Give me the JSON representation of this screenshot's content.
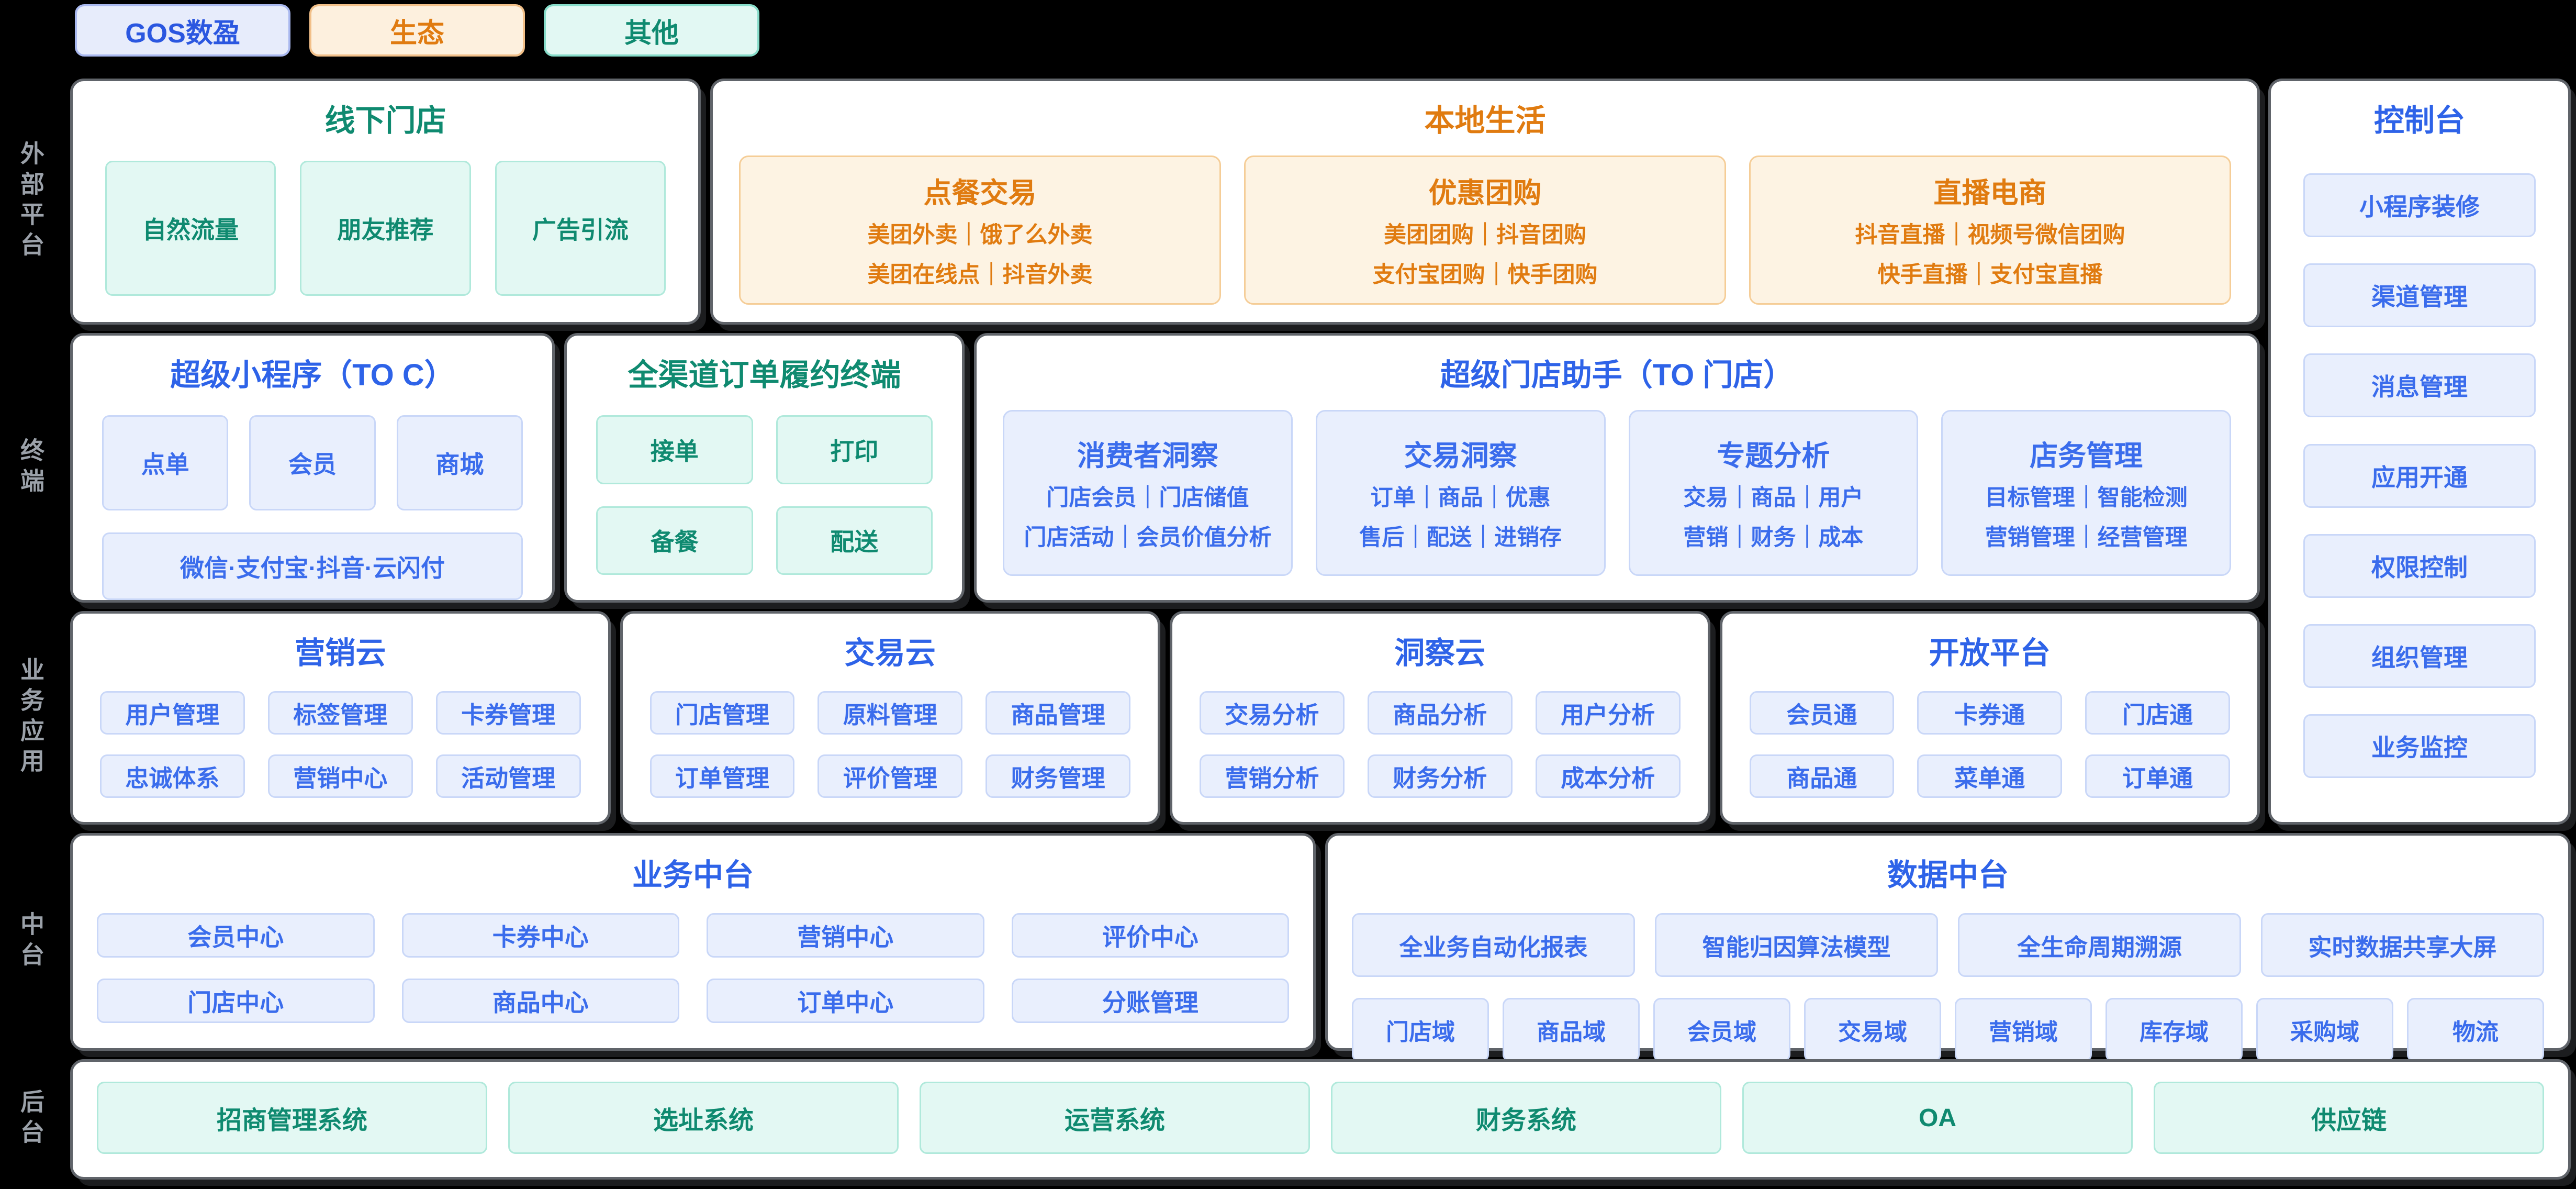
{
  "legend": {
    "gos": "GOS数盈",
    "eco": "生态",
    "other": "其他"
  },
  "side_labels": {
    "row1": "外部平台",
    "row2": "终端",
    "row3": "业务应用",
    "row4": "中台",
    "row5": "后台"
  },
  "colors": {
    "background": "#000000",
    "blue": "#2e63e8",
    "orange": "#e07b10",
    "teal": "#0f8a70",
    "side_label": "#9ba1a9",
    "panel_border": "#60646a",
    "blue_box_bg": "#e9effd",
    "orange_box_bg": "#fdf3e3",
    "teal_box_bg": "#e3f8f3"
  },
  "panels": {
    "offline_store": {
      "title": "线下门店",
      "items": [
        "自然流量",
        "朋友推荐",
        "广告引流"
      ]
    },
    "local_life": {
      "title": "本地生活",
      "groups": [
        {
          "title": "点餐交易",
          "line1": "美团外卖｜饿了么外卖",
          "line2": "美团在线点｜抖音外卖"
        },
        {
          "title": "优惠团购",
          "line1": "美团团购｜抖音团购",
          "line2": "支付宝团购｜快手团购"
        },
        {
          "title": "直播电商",
          "line1": "抖音直播｜视频号微信团购",
          "line2": "快手直播｜支付宝直播"
        }
      ]
    },
    "console": {
      "title": "控制台",
      "items": [
        "小程序装修",
        "渠道管理",
        "消息管理",
        "应用开通",
        "权限控制",
        "组织管理",
        "业务监控"
      ]
    },
    "super_miniapp": {
      "title": "超级小程序（TO C）",
      "items": [
        "点单",
        "会员",
        "商城"
      ],
      "wide_item": "微信·支付宝·抖音·云闪付"
    },
    "fulfillment": {
      "title": "全渠道订单履约终端",
      "items": [
        "接单",
        "打印",
        "备餐",
        "配送"
      ]
    },
    "store_assistant": {
      "title": "超级门店助手（TO 门店）",
      "groups": [
        {
          "title": "消费者洞察",
          "line1": "门店会员｜门店储值",
          "line2": "门店活动｜会员价值分析"
        },
        {
          "title": "交易洞察",
          "line1": "订单｜商品｜优惠",
          "line2": "售后｜配送｜进销存"
        },
        {
          "title": "专题分析",
          "line1": "交易｜商品｜用户",
          "line2": "营销｜财务｜成本"
        },
        {
          "title": "店务管理",
          "line1": "目标管理｜智能检测",
          "line2": "营销管理｜经营管理"
        }
      ]
    },
    "marketing_cloud": {
      "title": "营销云",
      "items": [
        "用户管理",
        "标签管理",
        "卡券管理",
        "忠诚体系",
        "营销中心",
        "活动管理"
      ]
    },
    "trade_cloud": {
      "title": "交易云",
      "items": [
        "门店管理",
        "原料管理",
        "商品管理",
        "订单管理",
        "评价管理",
        "财务管理"
      ]
    },
    "insight_cloud": {
      "title": "洞察云",
      "items": [
        "交易分析",
        "商品分析",
        "用户分析",
        "营销分析",
        "财务分析",
        "成本分析"
      ]
    },
    "open_platform": {
      "title": "开放平台",
      "items": [
        "会员通",
        "卡券通",
        "门店通",
        "商品通",
        "菜单通",
        "订单通"
      ]
    },
    "business_middle": {
      "title": "业务中台",
      "items": [
        "会员中心",
        "卡券中心",
        "营销中心",
        "评价中心",
        "门店中心",
        "商品中心",
        "订单中心",
        "分账管理"
      ]
    },
    "data_middle": {
      "title": "数据中台",
      "featured": [
        "全业务自动化报表",
        "智能归因算法模型",
        "全生命周期溯源",
        "实时数据共享大屏"
      ],
      "domains": [
        "门店域",
        "商品域",
        "会员域",
        "交易域",
        "营销域",
        "库存域",
        "采购域",
        "物流"
      ]
    },
    "backoffice": {
      "items": [
        "招商管理系统",
        "选址系统",
        "运营系统",
        "财务系统",
        "OA",
        "供应链"
      ]
    }
  }
}
